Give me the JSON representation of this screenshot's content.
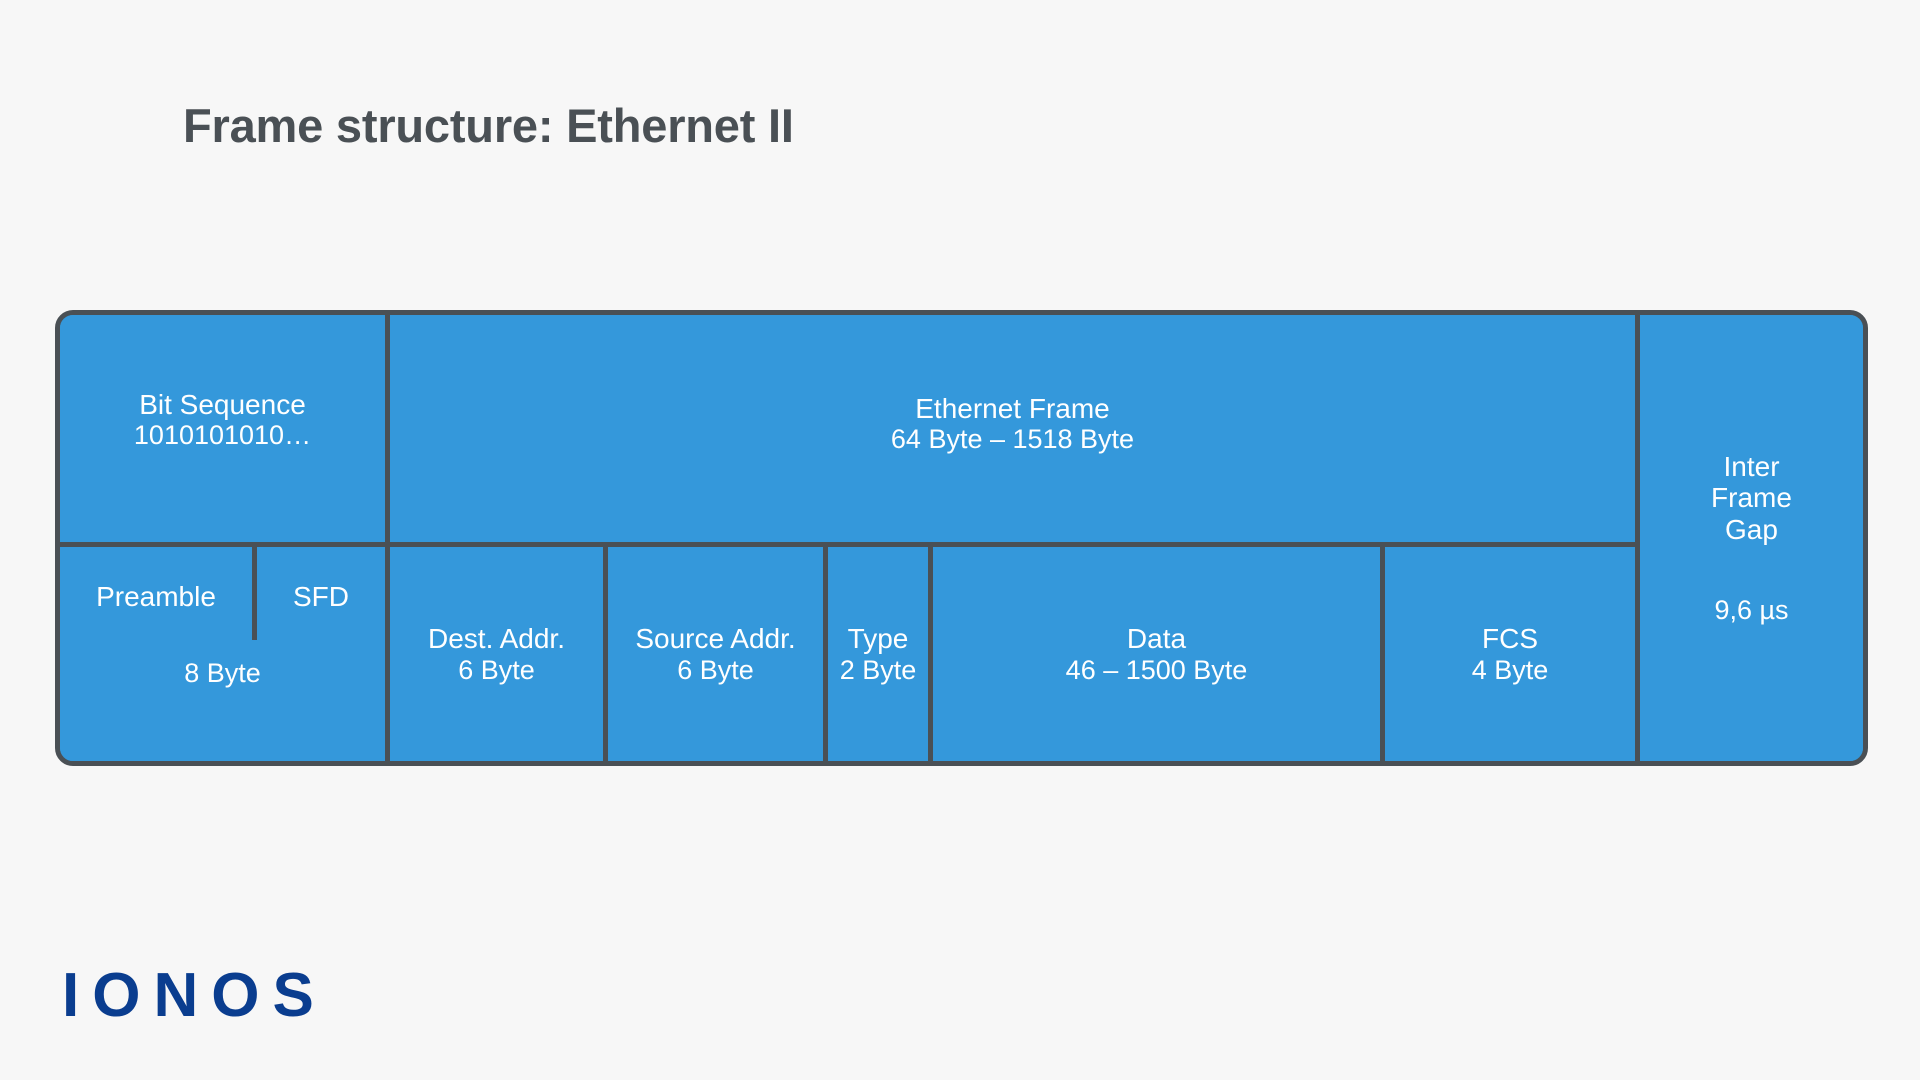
{
  "title": "Frame structure: Ethernet II",
  "colors": {
    "background": "#f7f7f7",
    "cell_fill": "#3498db",
    "border": "#4a5055",
    "title_text": "#4a5055",
    "cell_text": "#ffffff",
    "logo": "#0a3d8f"
  },
  "diagram": {
    "top_row": [
      {
        "name": "bit-sequence",
        "label": "Bit Sequence",
        "size": "1010101010…"
      },
      {
        "name": "ethernet-frame",
        "label": "Ethernet Frame",
        "size": "64 Byte – 1518 Byte"
      },
      {
        "name": "inter-frame-gap",
        "label": "Inter\nFrame\nGap",
        "size": "9,6 µs"
      }
    ],
    "bottom_row": [
      {
        "name": "preamble",
        "label": "Preamble",
        "size": ""
      },
      {
        "name": "sfd",
        "label": "SFD",
        "size": ""
      },
      {
        "name": "preamble-sfd-size",
        "label": "",
        "size": "8 Byte"
      },
      {
        "name": "dest-addr",
        "label": "Dest. Addr.",
        "size": "6 Byte"
      },
      {
        "name": "source-addr",
        "label": "Source Addr.",
        "size": "6 Byte"
      },
      {
        "name": "type",
        "label": "Type",
        "size": "2 Byte"
      },
      {
        "name": "data",
        "label": "Data",
        "size": "46 – 1500 Byte"
      },
      {
        "name": "fcs",
        "label": "FCS",
        "size": "4 Byte"
      }
    ]
  },
  "logo": {
    "text": "IONOS"
  }
}
